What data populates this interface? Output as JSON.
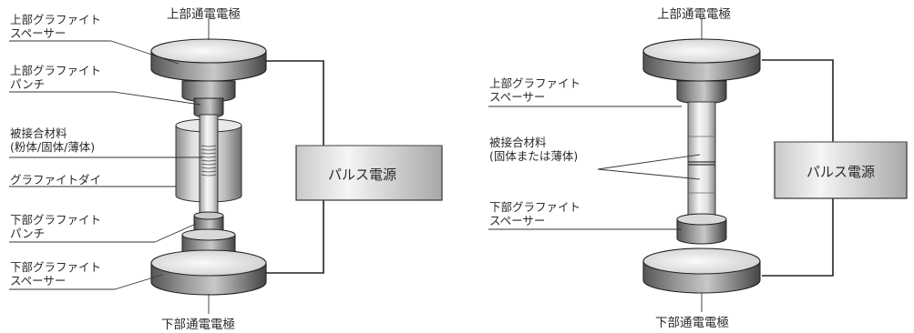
{
  "left": {
    "top_electrode": "上部通電電極",
    "bottom_electrode": "下部通電電極",
    "power_supply": "パルス電源",
    "labels": [
      [
        "上部グラファイト",
        "スペーサー"
      ],
      [
        "上部グラファイト",
        "パンチ"
      ],
      [
        "被接合材料",
        "(粉体/固体/薄体)"
      ],
      [
        "グラファイトダイ"
      ],
      [
        "下部グラファイト",
        "パンチ"
      ],
      [
        "下部グラファイト",
        "スペーサー"
      ]
    ]
  },
  "right": {
    "top_electrode": "上部通電電極",
    "bottom_electrode": "下部通電電極",
    "power_supply": "パルス電源",
    "labels": [
      [
        "上部グラファイト",
        "スペーサー"
      ],
      [
        "被接合材料",
        "(固体または薄体)"
      ],
      [
        "下部グラファイト",
        "スペーサー"
      ]
    ]
  }
}
